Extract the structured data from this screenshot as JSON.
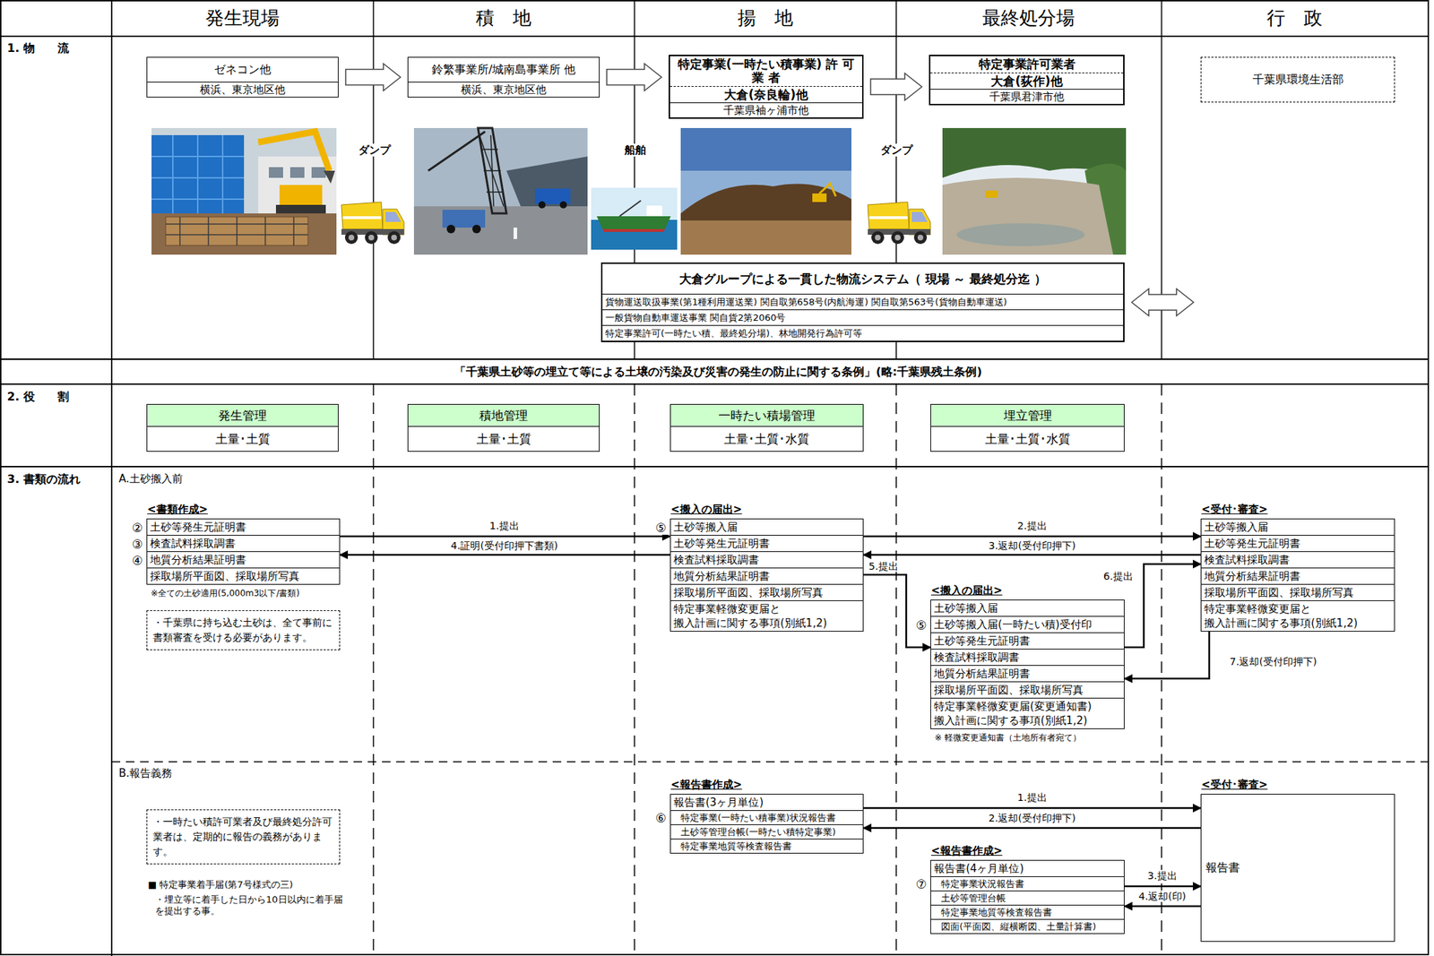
{
  "diagram": {
    "nodes": [
      {
        "text": [
          "ゼネコン他",
          "横浜、東京地区他"
        ]
      },
      {
        "text": [
          "鈴繁事業所/城南島事業所 他",
          "横浜、東京地区他"
        ]
      },
      {
        "text": [
          "特定事業(一時たい積事業) 許 可 業 者",
          "大倉(奈良輪)他",
          "千葉県袖ヶ浦市他"
        ]
      },
      {
        "text": [
          "特定事業許可業者",
          "大倉(荻作)他",
          "千葉県君津市他"
        ]
      },
      {
        "text": [
          "千葉県環境生活部"
        ]
      },
      {
        "text": [
          "大倉グループによる一貫した物流システム（ 現場 ～ 最終処分迄 ）",
          "貨物運送取扱事業(第1種利用運送業) 関自取第658号(内航海運) 関自取第563号(貨物自動車運送)",
          "一般貨物自動車運送事業 関自貨2第2060号",
          "特定事業許可(一時たい積、最終処分場)、林地開発行為許可等"
        ]
      },
      {
        "text": [
          "発生管理",
          "土量･土質"
        ]
      },
      {
        "text": [
          "積地管理",
          "土量･土質"
        ]
      },
      {
        "text": [
          "一時たい積場管理",
          "土量･土質･水質"
        ]
      },
      {
        "text": [
          "埋立管理",
          "土量･土質･水質"
        ]
      },
      {
        "text": [
          "<書類作成>",
          "土砂等発生元証明書",
          "検査試料採取調書",
          "地質分析結果証明書",
          "採取場所平面図、採取場所写真"
        ]
      },
      {
        "text": [
          "・千葉県に持ち込む土砂は、全て事前に書類審査を受ける必要があります。"
        ]
      },
      {
        "text": [
          "<搬入の届出>",
          "土砂等搬入届",
          "土砂等発生元証明書",
          "検査試料採取調書",
          "地質分析結果証明書",
          "採取場所平面図、採取場所写真",
          "特定事業軽微変更届と 搬入計画に関する事項(別紙1,2)"
        ]
      },
      {
        "text": [
          "<受付･審査>",
          "土砂等搬入届",
          "土砂等発生元証明書",
          "検査試料採取調書",
          "地質分析結果証明書",
          "採取場所平面図、採取場所写真",
          "特定事業軽微変更届と 搬入計画に関する事項(別紙1,2)"
        ]
      },
      {
        "text": [
          "<搬入の届出>",
          "土砂等搬入届",
          "土砂等搬入届(一時たい積)受付印",
          "土砂等発生元証明書",
          "検査試料採取調書",
          "地質分析結果証明書",
          "採取場所平面図、採取場所写真",
          "特定事業軽微変更届(変更通知書) 搬入計画に関する事項(別紙1,2)"
        ]
      },
      {
        "text": [
          "・一時たい積許可業者及び最終処分許可業者は、定期的に報告の義務があります。"
        ]
      },
      {
        "text": [
          "<報告書作成>",
          "報告書(3ヶ月単位)",
          "特定事業(一時たい積事業)状況報告書",
          "土砂等管理台帳(一時たい積特定事業)",
          "特定事業地質等検査報告書"
        ]
      },
      {
        "text": [
          "<報告書作成>",
          "報告書(4ヶ月単位)",
          "特定事業状況報告書",
          "土砂等管理台帳",
          "特定事業地質等検査報告書",
          "図面(平面図、縦横断図、土量計算書)"
        ]
      },
      {
        "text": [
          "<受付･審査>",
          "報告書"
        ]
      }
    ],
    "edges": [
      {
        "from": 0,
        "to": 1,
        "arrow": "to"
      },
      {
        "from": 1,
        "to": 2,
        "arrow": "to"
      },
      {
        "from": 2,
        "to": 3,
        "arrow": "to"
      },
      {
        "from": 5,
        "to": 4,
        "arrow": "both"
      },
      {
        "from": 10,
        "to": 12,
        "label": "1.提出",
        "arrow": "to"
      },
      {
        "from": 12,
        "to": 10,
        "label": "4.証明(受付印押下書類)",
        "arrow": "to"
      },
      {
        "from": 12,
        "to": 13,
        "label": "2.提出",
        "arrow": "to"
      },
      {
        "from": 13,
        "to": 12,
        "label": "3.返却(受付印押下)",
        "arrow": "to"
      },
      {
        "from": 12,
        "to": 14,
        "label": "5.提出",
        "arrow": "to"
      },
      {
        "from": 14,
        "to": 13,
        "label": "6.提出",
        "arrow": "to"
      },
      {
        "from": 13,
        "to": 14,
        "label": "7.返却(受付印押下)",
        "arrow": "to"
      },
      {
        "from": 16,
        "to": 18,
        "label": "1.提出",
        "arrow": "to"
      },
      {
        "from": 18,
        "to": 16,
        "label": "2.返却(受付印押下)",
        "arrow": "to"
      },
      {
        "from": 17,
        "to": 18,
        "label": "3.提出",
        "arrow": "to"
      },
      {
        "from": 18,
        "to": 17,
        "label": "4.返却(印)",
        "arrow": "to"
      }
    ],
    "labels": [
      "発生現場",
      "積　地",
      "揚　地",
      "最終処分場",
      "行　政",
      "1. 物　　流",
      "ダンプ",
      "船舶",
      "ダンプ",
      "「千葉県土砂等の埋立て等による土壌の汚染及び災害の発生の防止に関する条例」(略:千葉県残土条例)",
      "2. 役　　割",
      "3. 書類の流れ",
      "A.土砂搬入前",
      "②",
      "③",
      "④",
      "※全ての土砂適用(5,000m3以下/書類)",
      "⑤",
      "⑤",
      "※ 軽微変更通知書（土地所有者宛て）",
      "B.報告義務",
      "■ 特定事業着手届(第7号様式の三)",
      "・埋立等に着手した日から10日以内に着手届を提出する事。",
      "⑥",
      "⑦"
    ]
  }
}
